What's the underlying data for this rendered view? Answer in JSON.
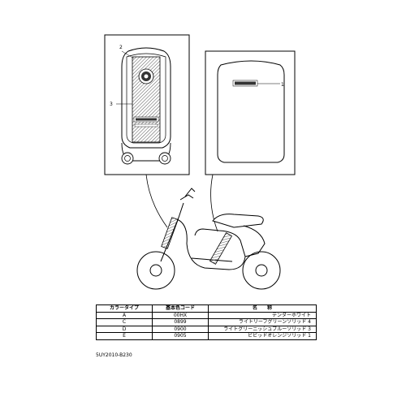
{
  "callouts": {
    "emblem_label": "1",
    "panel_emblem_label": "2",
    "stripe_label": "3"
  },
  "table": {
    "headers": [
      "カラータイプ",
      "基本色コード",
      "名　　称"
    ],
    "rows": [
      [
        "A",
        "00HX",
        "テンダーホワイト"
      ],
      [
        "C",
        "0899",
        "ライトリーフグリーンソリッド 4"
      ],
      [
        "D",
        "0900",
        "ライトグリーニッシュブルーソリッド 3"
      ],
      [
        "E",
        "0905",
        "ビビッドオレンジソリッド 1"
      ]
    ]
  },
  "figure_code": "5UY2010-B230"
}
